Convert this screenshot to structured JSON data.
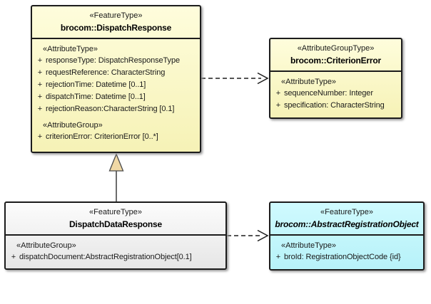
{
  "colors": {
    "class_yellow": "#FBF8C6",
    "class_cyan": "#C2F7FB",
    "class_gray": "#F0F0F0",
    "border": "#1C1C1C",
    "generalization_triangle_fill": "#F0D8A5"
  },
  "classes": [
    {
      "id": "dispatch-response",
      "stereotype": "«FeatureType»",
      "name": "brocom::DispatchResponse",
      "sections": [
        {
          "label": "«AttributeType»",
          "items": [
            {
              "vis": "+",
              "text": "responseType: DispatchResponseType"
            },
            {
              "vis": "+",
              "text": "requestReference: CharacterString"
            },
            {
              "vis": "+",
              "text": "rejectionTime: Datetime [0..1]"
            },
            {
              "vis": "+",
              "text": "dispatchTime: Datetime [0..1]"
            },
            {
              "vis": "+",
              "text": "rejectionReason:CharacterString [0.1]"
            }
          ]
        },
        {
          "label": "«AttributeGroup»",
          "items": [
            {
              "vis": "+",
              "text": "criterionError: CriterionError [0..*]"
            }
          ]
        }
      ]
    },
    {
      "id": "criterion-error",
      "stereotype": "«AttributeGroupType»",
      "name": "brocom::CriterionError",
      "sections": [
        {
          "label": "«AttributeType»",
          "items": [
            {
              "vis": "+",
              "text": "sequenceNumber: Integer"
            },
            {
              "vis": "+",
              "text": "specification: CharacterString"
            }
          ]
        }
      ]
    },
    {
      "id": "dispatch-data-response",
      "stereotype": "«FeatureType»",
      "name": "DispatchDataResponse",
      "sections": [
        {
          "label": "«AttributeGroup»",
          "items": [
            {
              "vis": "+",
              "text": "dispatchDocument:AbstractRegistrationObject[0.1]"
            }
          ]
        }
      ]
    },
    {
      "id": "abstract-registration-object",
      "stereotype": "«FeatureType»",
      "name": "brocom::AbstractRegistrationObject",
      "sections": [
        {
          "label": "«AttributeType»",
          "items": [
            {
              "vis": "+",
              "text": "broId: RegistrationObjectCode {id}"
            }
          ]
        }
      ]
    }
  ],
  "connectors": [
    {
      "type": "dependency",
      "from": "brocom::DispatchResponse",
      "to": "brocom::CriterionError",
      "style": "dashed-open-arrow"
    },
    {
      "type": "generalization",
      "from": "DispatchDataResponse",
      "to": "brocom::DispatchResponse",
      "style": "solid-hollow-triangle"
    },
    {
      "type": "dependency",
      "from": "DispatchDataResponse",
      "to": "brocom::AbstractRegistrationObject",
      "style": "dashed-open-arrow"
    }
  ]
}
